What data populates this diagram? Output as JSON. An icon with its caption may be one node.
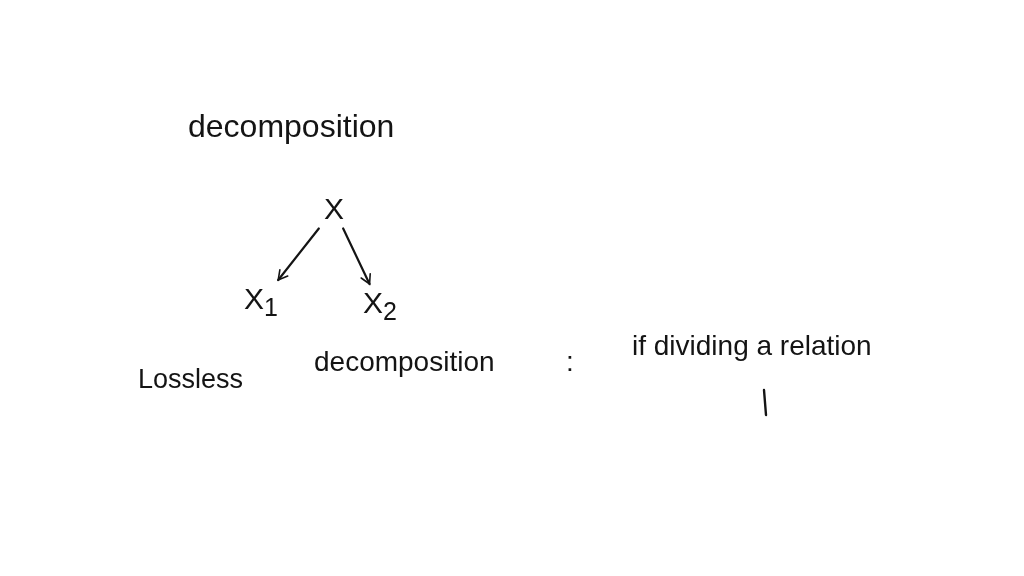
{
  "diagram": {
    "nodes": [
      {
        "text": [
          "X"
        ]
      },
      {
        "text": [
          "X$_{1}$"
        ]
      },
      {
        "text": [
          "X$_{2}$"
        ]
      }
    ],
    "edges": [
      {
        "from": 0,
        "to": 1,
        "arrow": "to"
      },
      {
        "from": 0,
        "to": 2,
        "arrow": "to"
      }
    ],
    "labels": [
      "decomposition",
      "Lossless",
      "decomposition",
      ":",
      "if dividing a relation"
    ]
  }
}
